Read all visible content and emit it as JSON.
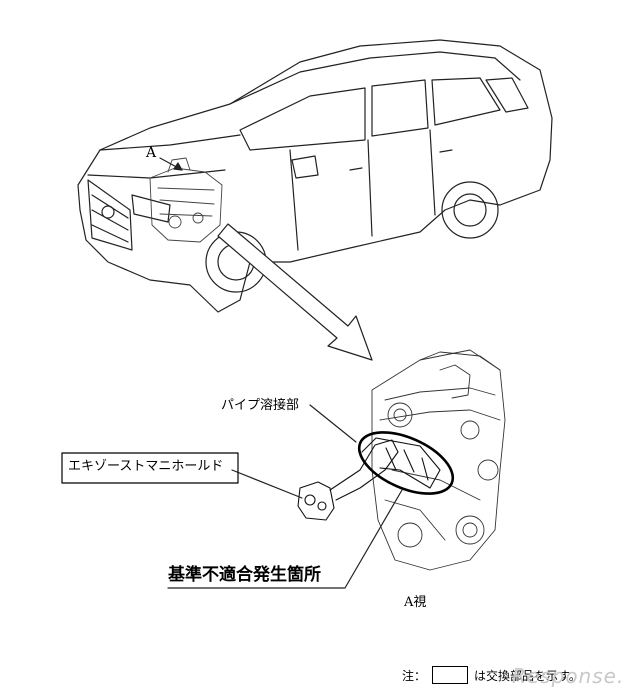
{
  "labels": {
    "view_marker": "A",
    "pipe_weld": "パイプ溶接部",
    "exhaust_manifold": "エキゾーストマニホールド",
    "nonconformity_site": "基準不適合発生箇所",
    "view_caption": "A視"
  },
  "note": {
    "prefix": "注：",
    "suffix": "は交換部品を示す。"
  },
  "watermark": "Response."
}
